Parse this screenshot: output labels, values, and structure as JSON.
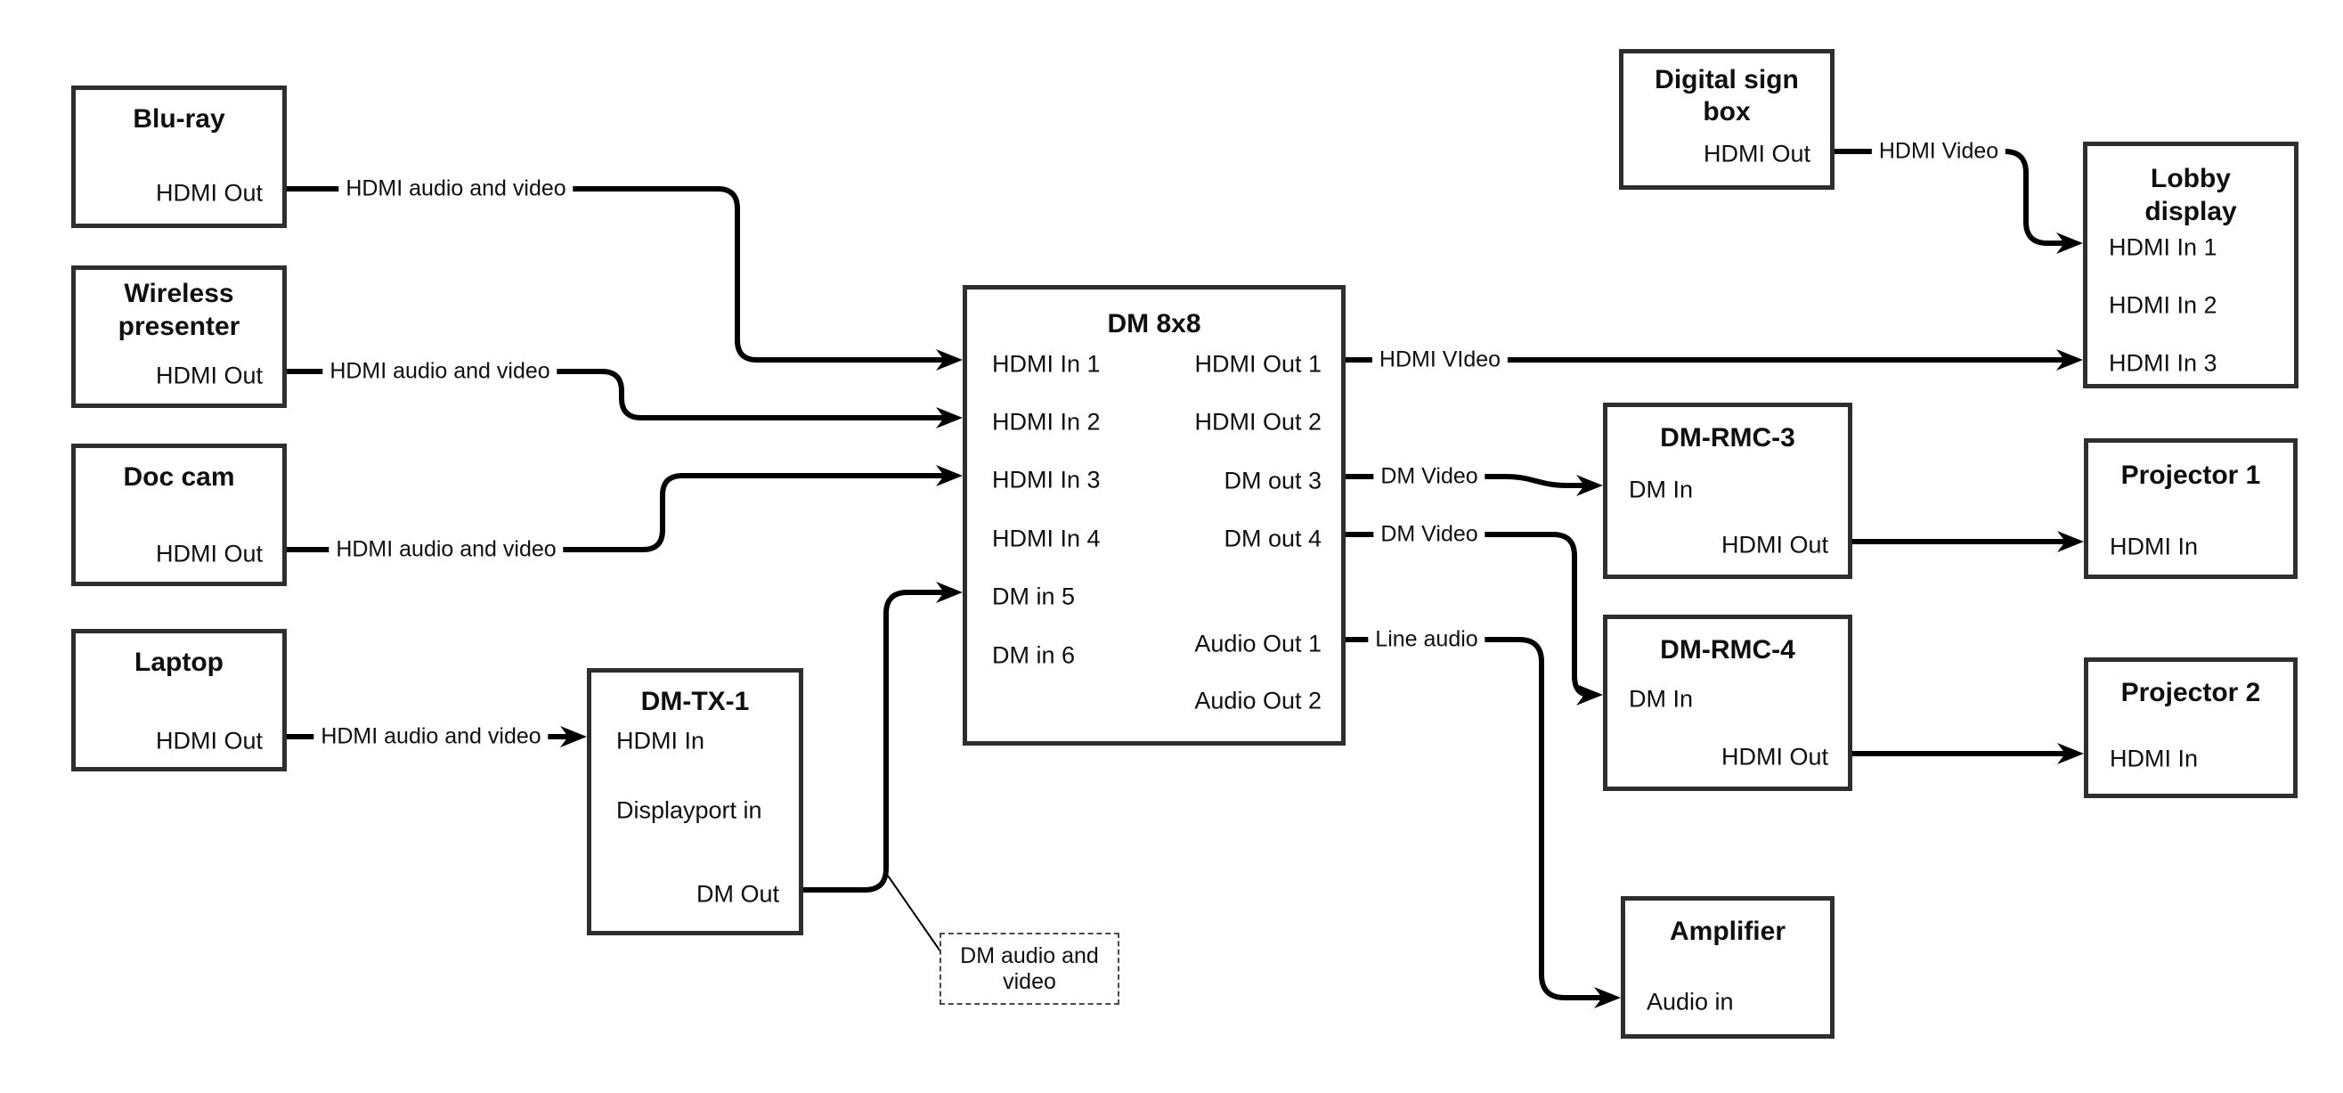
{
  "canvas": {
    "background": "#ffffff",
    "line_color": "#000000",
    "box_border_color": "#2e2e2e",
    "text_color": "#0f0f0f"
  },
  "nodes": {
    "bluray": {
      "title": "Blu-ray",
      "ports": [
        {
          "label": "HDMI Out"
        }
      ]
    },
    "wireless": {
      "title": "Wireless presenter",
      "ports": [
        {
          "label": "HDMI Out"
        }
      ]
    },
    "doc_cam": {
      "title": "Doc cam",
      "ports": [
        {
          "label": "HDMI Out"
        }
      ]
    },
    "laptop": {
      "title": "Laptop",
      "ports": [
        {
          "label": "HDMI Out"
        }
      ]
    },
    "dm_tx_1": {
      "title": "DM-TX-1",
      "ports": [
        {
          "label": "HDMI In"
        },
        {
          "label": "Displayport in"
        },
        {
          "label": "DM Out"
        }
      ]
    },
    "dm_8x8": {
      "title": "DM 8x8",
      "left_ports": [
        {
          "label": "HDMI In 1"
        },
        {
          "label": "HDMI In 2"
        },
        {
          "label": "HDMI In 3"
        },
        {
          "label": "HDMI In 4"
        },
        {
          "label": "DM in 5"
        },
        {
          "label": "DM in 6"
        }
      ],
      "right_ports": [
        {
          "label": "HDMI Out 1"
        },
        {
          "label": "HDMI Out 2"
        },
        {
          "label": "DM out 3"
        },
        {
          "label": "DM out 4"
        },
        {
          "label": "Audio Out 1"
        },
        {
          "label": "Audio Out 2"
        }
      ]
    },
    "digital_sign_box": {
      "title": "Digital sign box",
      "ports": [
        {
          "label": "HDMI Out"
        }
      ]
    },
    "lobby_display": {
      "title": "Lobby display",
      "ports": [
        {
          "label": "HDMI In 1"
        },
        {
          "label": "HDMI In 2"
        },
        {
          "label": "HDMI In 3"
        }
      ]
    },
    "dm_rmc_3": {
      "title": "DM-RMC-3",
      "ports": [
        {
          "label": "DM In"
        },
        {
          "label": "HDMI Out"
        }
      ]
    },
    "projector_1": {
      "title": "Projector 1",
      "ports": [
        {
          "label": "HDMI In"
        }
      ]
    },
    "dm_rmc_4": {
      "title": "DM-RMC-4",
      "ports": [
        {
          "label": "DM In"
        },
        {
          "label": "HDMI Out"
        }
      ]
    },
    "projector_2": {
      "title": "Projector 2",
      "ports": [
        {
          "label": "HDMI In"
        }
      ]
    },
    "amplifier": {
      "title": "Amplifier",
      "ports": [
        {
          "label": "Audio in"
        }
      ]
    }
  },
  "connections": [
    {
      "from": "Blu-ray HDMI Out",
      "to": "DM 8x8 HDMI In 1",
      "label": "HDMI audio and video"
    },
    {
      "from": "Wireless presenter HDMI Out",
      "to": "DM 8x8 HDMI In 2",
      "label": "HDMI audio and video"
    },
    {
      "from": "Doc cam HDMI Out",
      "to": "DM 8x8 HDMI In 3",
      "label": "HDMI audio and video"
    },
    {
      "from": "Laptop HDMI Out",
      "to": "DM-TX-1 HDMI In",
      "label": "HDMI audio and video"
    },
    {
      "from": "DM-TX-1 DM Out",
      "to": "DM 8x8 DM in 5",
      "label": ""
    },
    {
      "from": "DM 8x8 HDMI Out 1",
      "to": "Lobby display HDMI In 3",
      "label": "HDMI VIdeo"
    },
    {
      "from": "Digital sign box HDMI Out",
      "to": "Lobby display HDMI In 1",
      "label": "HDMI Video"
    },
    {
      "from": "DM 8x8 DM out 3",
      "to": "DM-RMC-3 DM In",
      "label": "DM Video"
    },
    {
      "from": "DM 8x8 DM out 4",
      "to": "DM-RMC-4 DM In",
      "label": "DM Video"
    },
    {
      "from": "DM 8x8 Audio Out 1",
      "to": "Amplifier Audio in",
      "label": "Line audio"
    },
    {
      "from": "DM-RMC-3 HDMI Out",
      "to": "Projector 1 HDMI In",
      "label": ""
    },
    {
      "from": "DM-RMC-4 HDMI Out",
      "to": "Projector 2 HDMI In",
      "label": ""
    }
  ],
  "note": {
    "text": "DM audio and video"
  }
}
